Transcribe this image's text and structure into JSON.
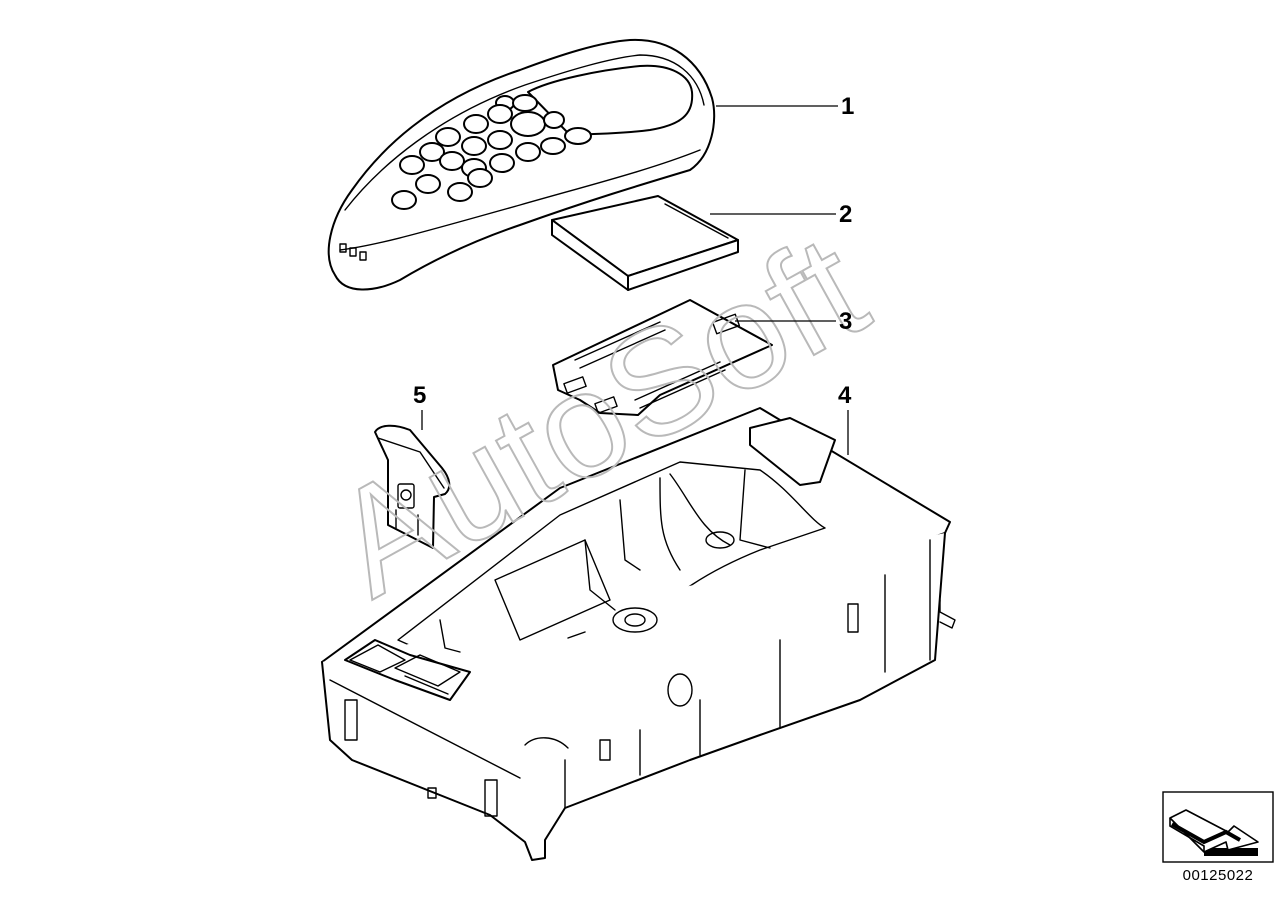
{
  "watermark": "AutoSoft",
  "callouts": [
    {
      "id": "1",
      "label": "1"
    },
    {
      "id": "2",
      "label": "2"
    },
    {
      "id": "3",
      "label": "3"
    },
    {
      "id": "4",
      "label": "4"
    },
    {
      "id": "5",
      "label": "5"
    }
  ],
  "reference_number": "00125022",
  "icons": {
    "orientation": "arrow-orientation-icon"
  },
  "colors": {
    "line": "#000000",
    "watermark": "#b9b9b9",
    "background": "#ffffff"
  }
}
